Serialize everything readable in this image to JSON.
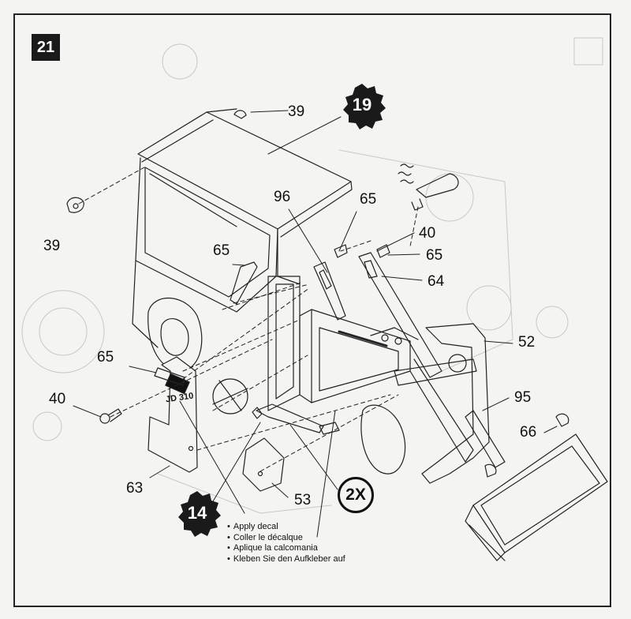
{
  "step_number": "21",
  "reference_badges": {
    "top": "19",
    "bottom": "14"
  },
  "quantity_marker": "2X",
  "decal_text": "JD 310",
  "part_labels": [
    {
      "id": "p39_top",
      "text": "39"
    },
    {
      "id": "p39_left",
      "text": "39"
    },
    {
      "id": "p96",
      "text": "96"
    },
    {
      "id": "p65_top",
      "text": "65"
    },
    {
      "id": "p40_right",
      "text": "40"
    },
    {
      "id": "p65_right",
      "text": "65"
    },
    {
      "id": "p64",
      "text": "64"
    },
    {
      "id": "p65_mid",
      "text": "65"
    },
    {
      "id": "p52",
      "text": "52"
    },
    {
      "id": "p65_left",
      "text": "65"
    },
    {
      "id": "p40_left",
      "text": "40"
    },
    {
      "id": "p95",
      "text": "95"
    },
    {
      "id": "p66",
      "text": "66"
    },
    {
      "id": "p63",
      "text": "63"
    },
    {
      "id": "p53",
      "text": "53"
    }
  ],
  "instructions": [
    "Apply  decal",
    "Coller le décalque",
    "Aplique la calcomania",
    "Kleben Sie den Aufkleber auf"
  ]
}
